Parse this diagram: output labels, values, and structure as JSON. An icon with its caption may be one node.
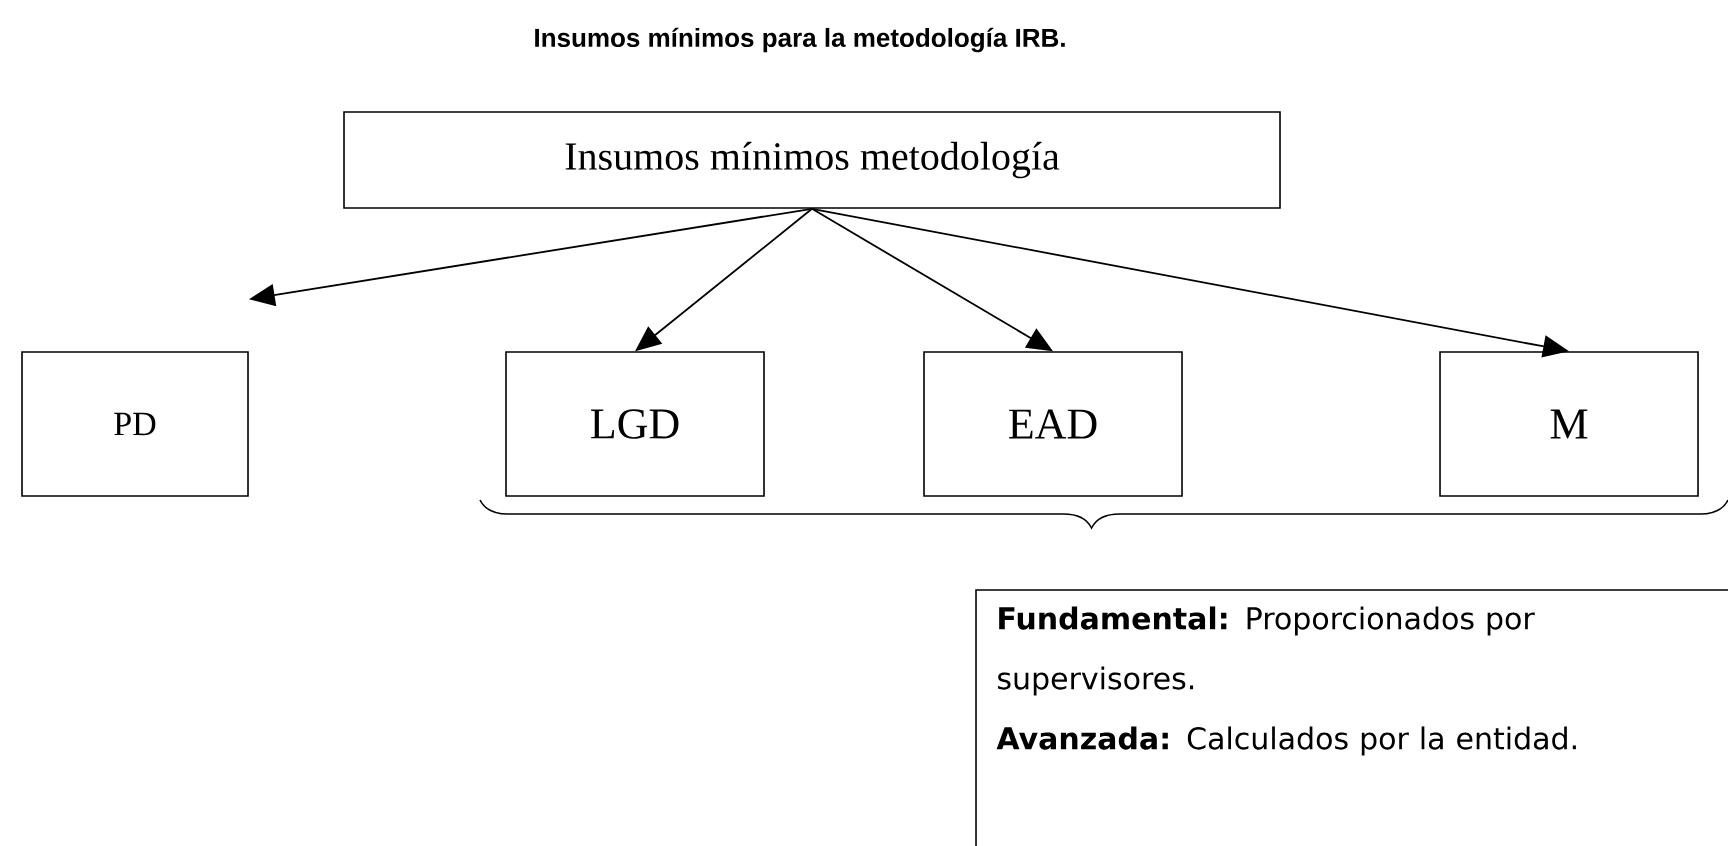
{
  "diagram": {
    "title": "Insumos mínimos para la metodología IRB.",
    "nodes": [
      {
        "text": [
          "Insumos mínimos metodología"
        ]
      },
      {
        "text": [
          "PD"
        ]
      },
      {
        "text": [
          "LGD"
        ]
      },
      {
        "text": [
          "EAD"
        ]
      },
      {
        "text": [
          "M"
        ]
      },
      {
        "text": [
          "**Fundamental:** Proporcionados por supervisores.",
          "**Avanzada:** Calculados por la entidad."
        ]
      }
    ],
    "edges": [
      {
        "from": 0,
        "to": 1,
        "arrow": "to"
      },
      {
        "from": 0,
        "to": 2,
        "arrow": "to"
      },
      {
        "from": 0,
        "to": 3,
        "arrow": "to"
      },
      {
        "from": 0,
        "to": 4,
        "arrow": "to"
      }
    ]
  }
}
